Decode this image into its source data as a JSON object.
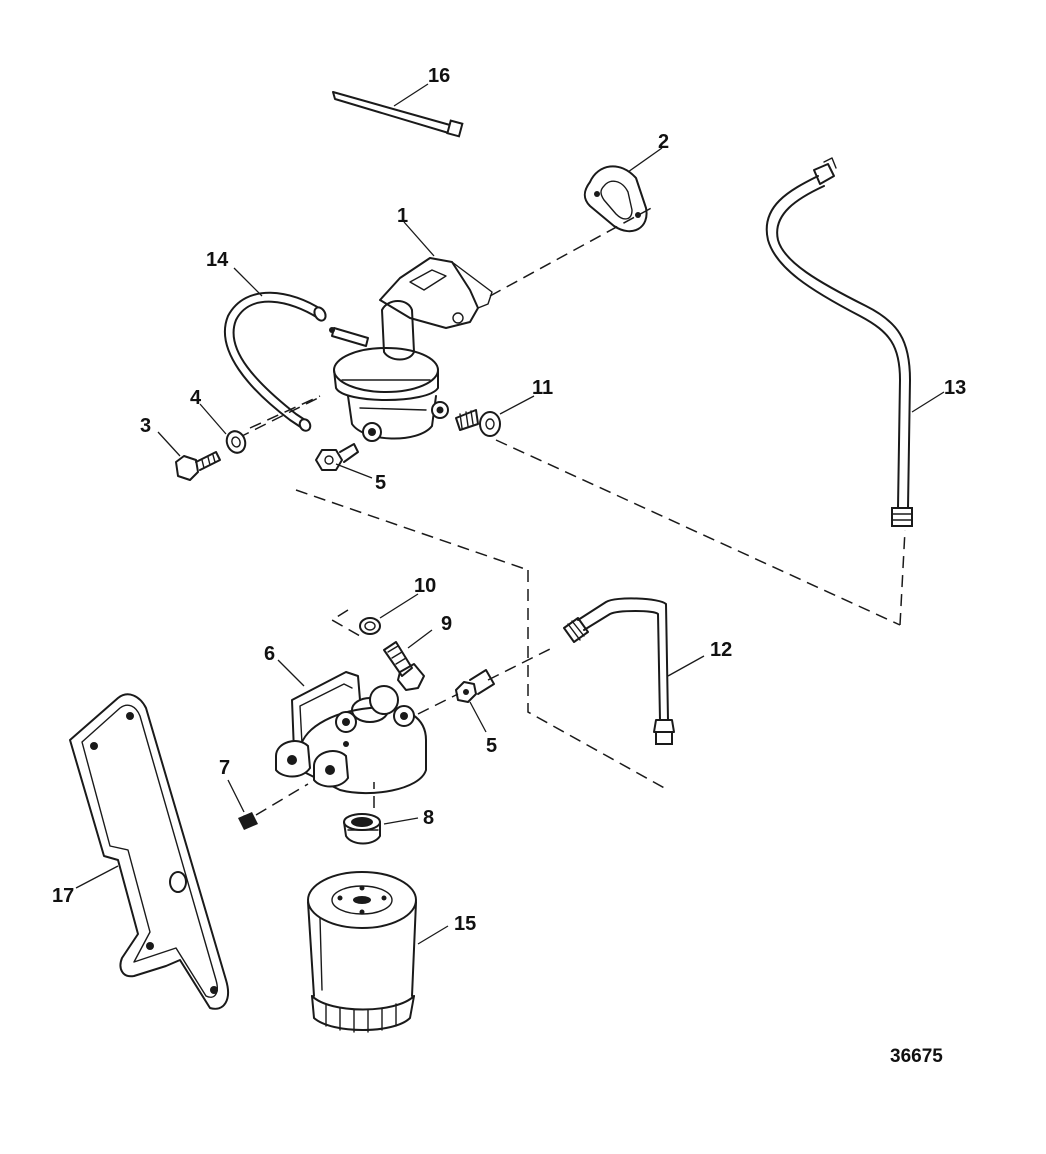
{
  "diagram": {
    "figure_id": "36675",
    "callouts": {
      "c1": "1",
      "c2": "2",
      "c3": "3",
      "c4": "4",
      "c5a": "5",
      "c5b": "5",
      "c6": "6",
      "c7": "7",
      "c8": "8",
      "c9": "9",
      "c10": "10",
      "c11": "11",
      "c12": "12",
      "c13": "13",
      "c14": "14",
      "c15": "15",
      "c16": "16",
      "c17": "17"
    }
  }
}
